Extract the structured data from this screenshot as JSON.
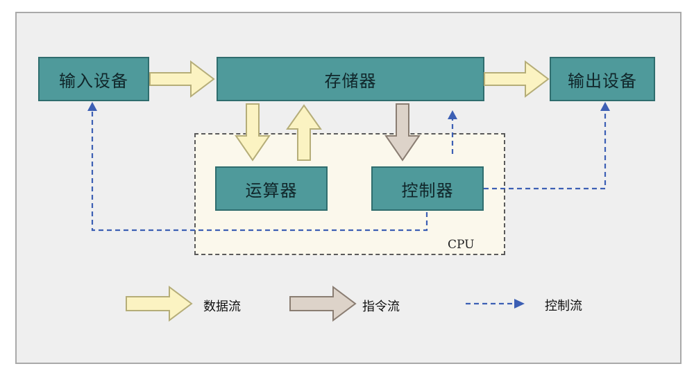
{
  "nodes": {
    "input_device": "输入设备",
    "memory": "存储器",
    "output_device": "输出设备",
    "alu": "运算器",
    "controller": "控制器",
    "cpu": "CPU"
  },
  "legend": {
    "data_flow": "数据流",
    "instruction_flow": "指令流",
    "control_flow": "控制流"
  },
  "colors": {
    "box_fill": "#4f9a9b",
    "box_border": "#2f6d6e",
    "data_arrow_fill": "#fbf3c2",
    "data_arrow_stroke": "#b5ad78",
    "instr_arrow_fill": "#ddd3c9",
    "instr_arrow_stroke": "#8a7d72",
    "control_line": "#3c5fb4",
    "cpu_region_fill": "#fbf8ec"
  }
}
